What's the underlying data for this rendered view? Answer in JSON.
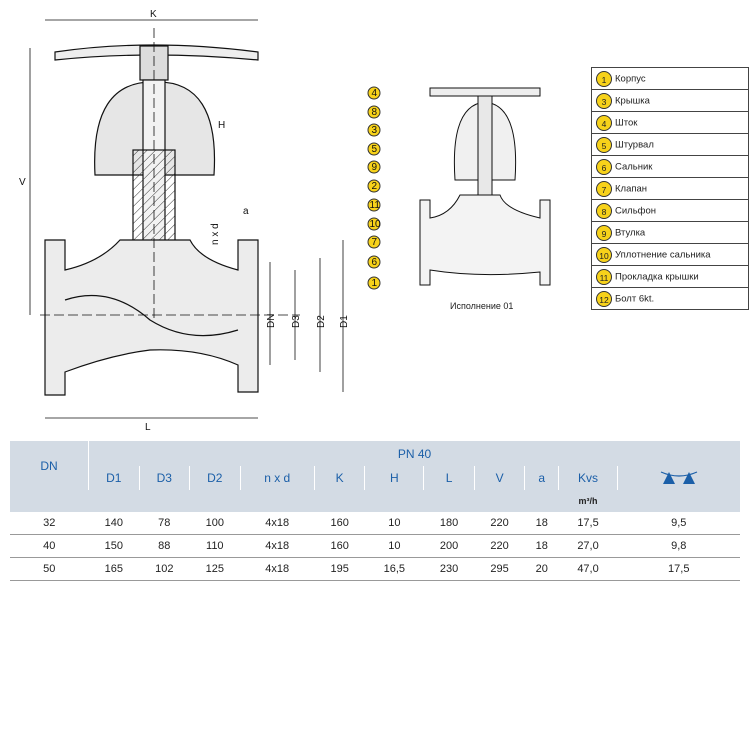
{
  "drawing": {
    "dim_labels": {
      "K": "K",
      "V": "V",
      "L": "L",
      "H": "H",
      "a": "a",
      "nxd": "n x d",
      "DN": "DN",
      "D3": "D3",
      "D2": "D2",
      "D1": "D1"
    },
    "variant_caption": "Исполнение   01",
    "callouts": [
      "4",
      "8",
      "3",
      "5",
      "9",
      "2",
      "11",
      "10",
      "7",
      "6",
      "1"
    ]
  },
  "legend": [
    {
      "num": "1",
      "label": "Корпус"
    },
    {
      "num": "3",
      "label": "Крышка"
    },
    {
      "num": "4",
      "label": "Шток"
    },
    {
      "num": "5",
      "label": "Штурвал"
    },
    {
      "num": "6",
      "label": "Сальник"
    },
    {
      "num": "7",
      "label": "Клапан"
    },
    {
      "num": "8",
      "label": "Сильфон"
    },
    {
      "num": "9",
      "label": "Втулка"
    },
    {
      "num": "10",
      "label": "Уплотнение сальника"
    },
    {
      "num": "11",
      "label": "Прокладка крышки"
    },
    {
      "num": "12",
      "label": "Болт 6kt."
    }
  ],
  "spec": {
    "dn_header": "DN",
    "pn_header": "PN 40",
    "columns": [
      "D1",
      "D3",
      "D2",
      "n x d",
      "K",
      "H",
      "L",
      "V",
      "a",
      "Kvs"
    ],
    "kvs_unit": "m³/h",
    "rows": [
      [
        "32",
        "140",
        "78",
        "100",
        "4x18",
        "160",
        "10",
        "180",
        "220",
        "18",
        "17,5",
        "9,5"
      ],
      [
        "40",
        "150",
        "88",
        "110",
        "4x18",
        "160",
        "10",
        "200",
        "220",
        "18",
        "27,0",
        "9,8"
      ],
      [
        "50",
        "165",
        "102",
        "125",
        "4x18",
        "195",
        "16,5",
        "230",
        "295",
        "20",
        "47,0",
        "17,5"
      ]
    ]
  },
  "colors": {
    "header_bg": "#d3dbe4",
    "header_text": "#1b5fa8",
    "badge": "#f7d21a",
    "icon": "#1b5fa8"
  }
}
